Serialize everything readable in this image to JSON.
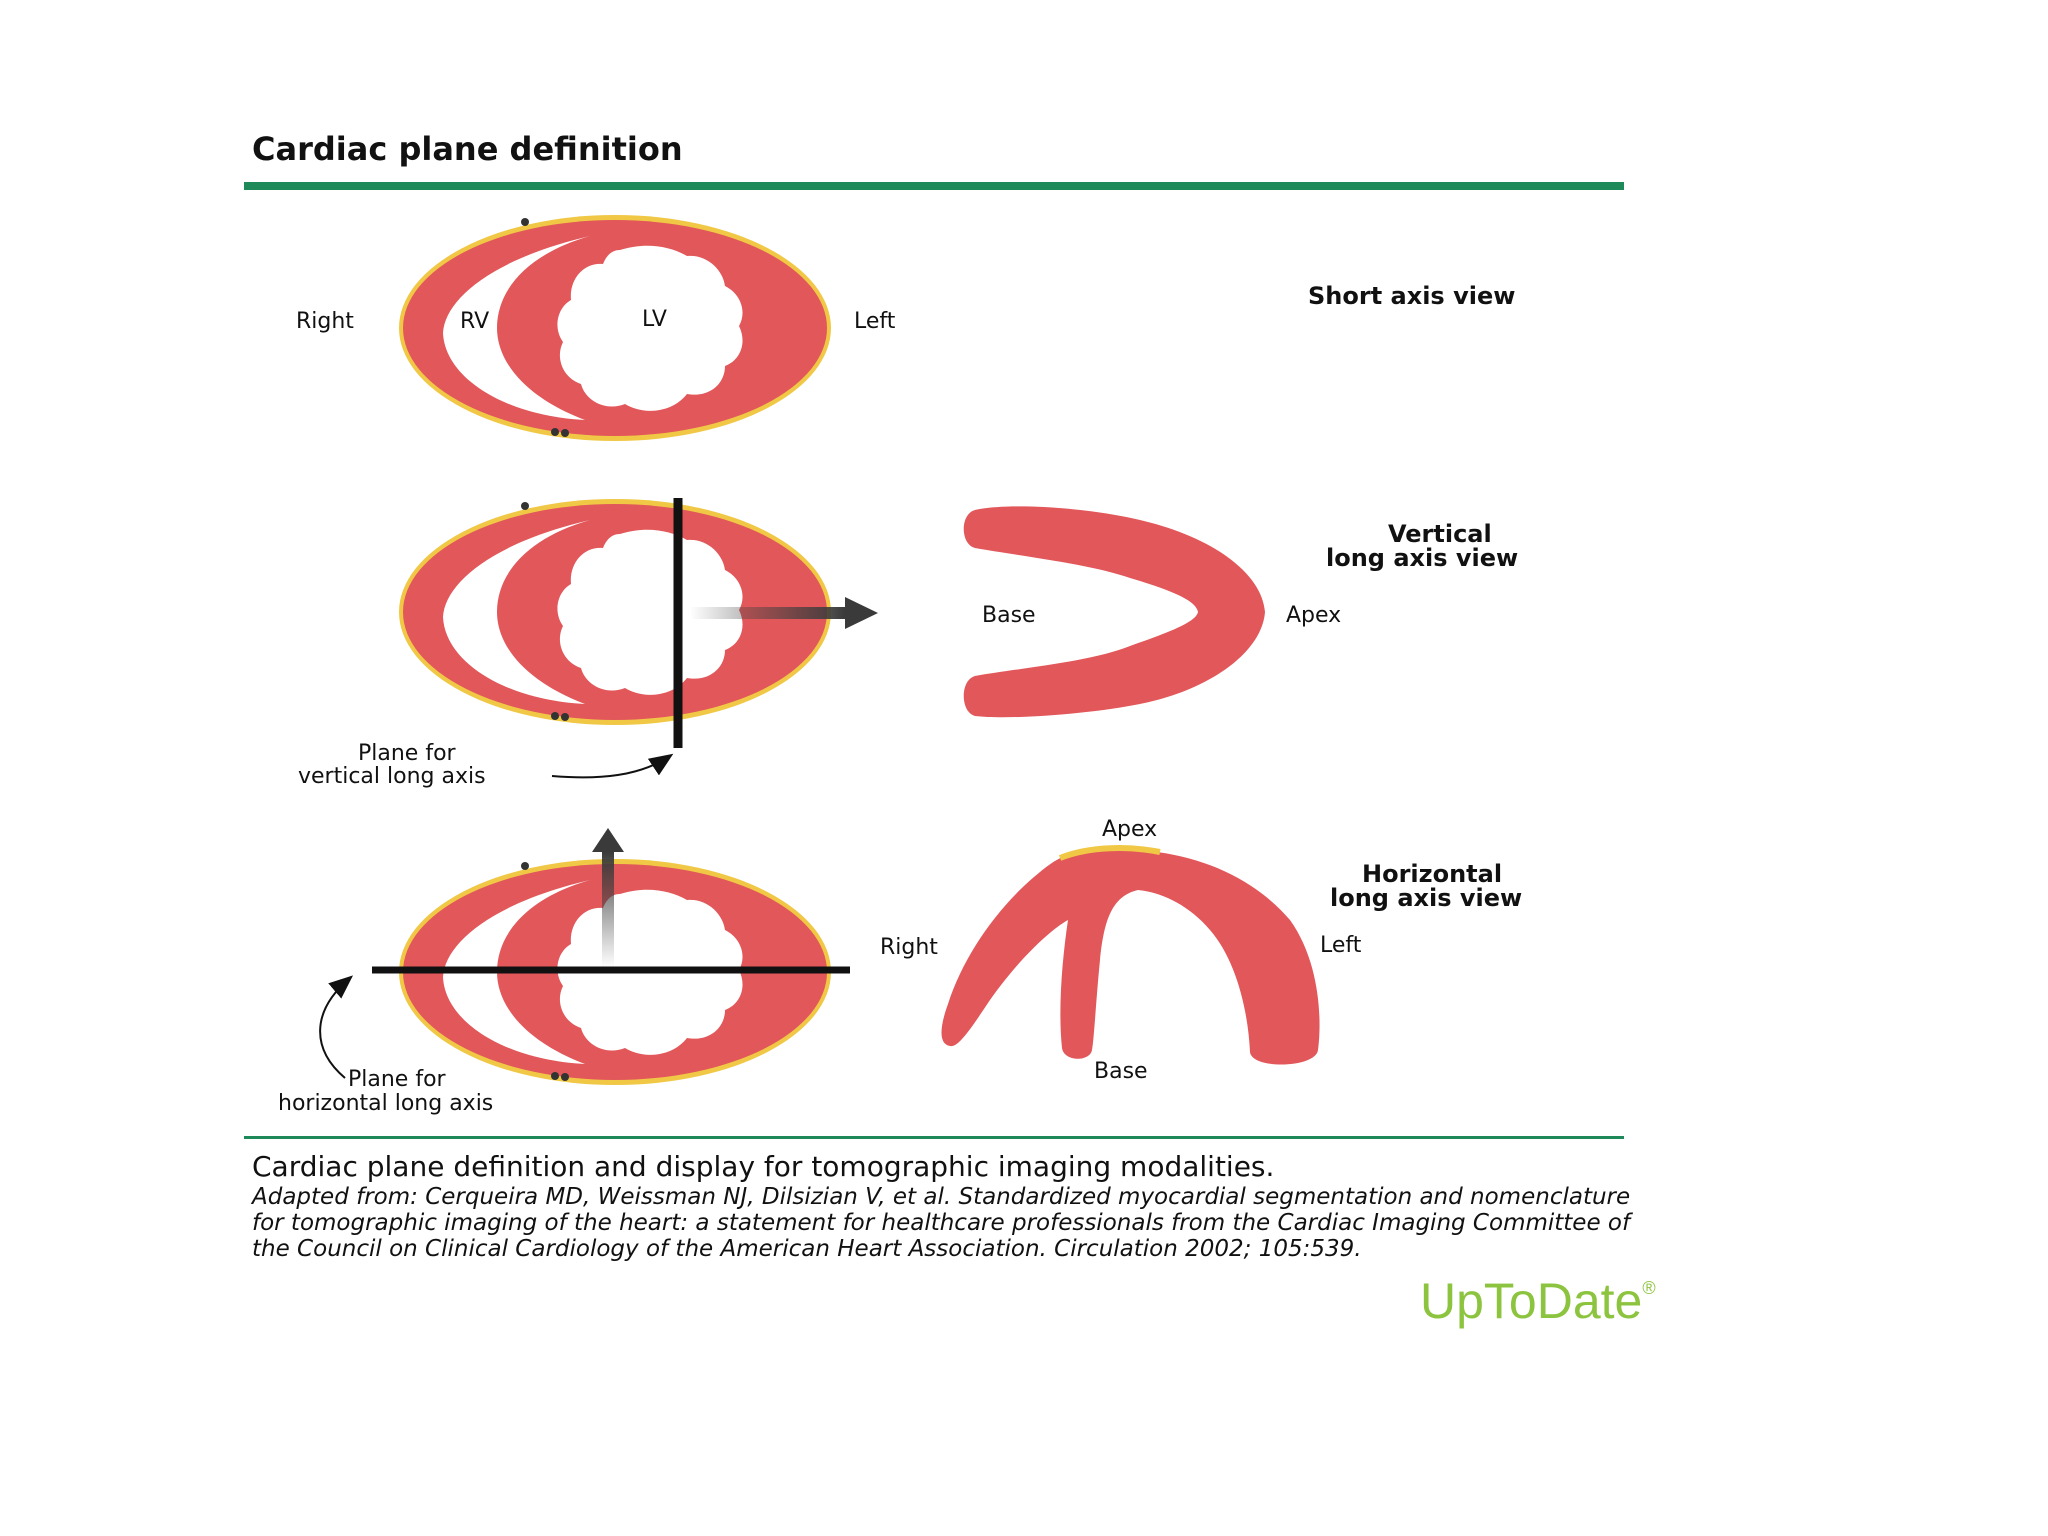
{
  "title": "Cardiac plane definition",
  "panels": {
    "short_axis": {
      "view_label": "Short axis view",
      "right_label": "Right",
      "rv_label": "RV",
      "lv_label": "LV",
      "left_label": "Left"
    },
    "vertical": {
      "view_label_line1": "Vertical",
      "view_label_line2": "long axis view",
      "base_label": "Base",
      "apex_label": "Apex",
      "plane_label_line1": "Plane for",
      "plane_label_line2": "vertical long axis"
    },
    "horizontal": {
      "view_label_line1": "Horizontal",
      "view_label_line2": "long axis view",
      "apex_label": "Apex",
      "right_label": "Right",
      "left_label": "Left",
      "base_label": "Base",
      "plane_label_line1": "Plane for",
      "plane_label_line2": "horizontal long axis"
    }
  },
  "caption": {
    "main": "Cardiac plane definition and display for tomographic imaging modalities.",
    "source": "Adapted from: Cerqueira MD, Weissman NJ, Dilsizian V, et al. Standardized myocardial segmentation and nomenclature for tomographic imaging of the heart: a statement for healthcare professionals from the Cardiac Imaging Committee of the Council on Clinical Cardiology of the American Heart Association. Circulation 2002; 105:539."
  },
  "logo": {
    "text": "UpToDate",
    "mark": "®"
  },
  "colors": {
    "accent_rule": "#1f8a59",
    "myocardium": "#e2575a",
    "fat": "#f0c845",
    "logo": "#8cc43f"
  }
}
